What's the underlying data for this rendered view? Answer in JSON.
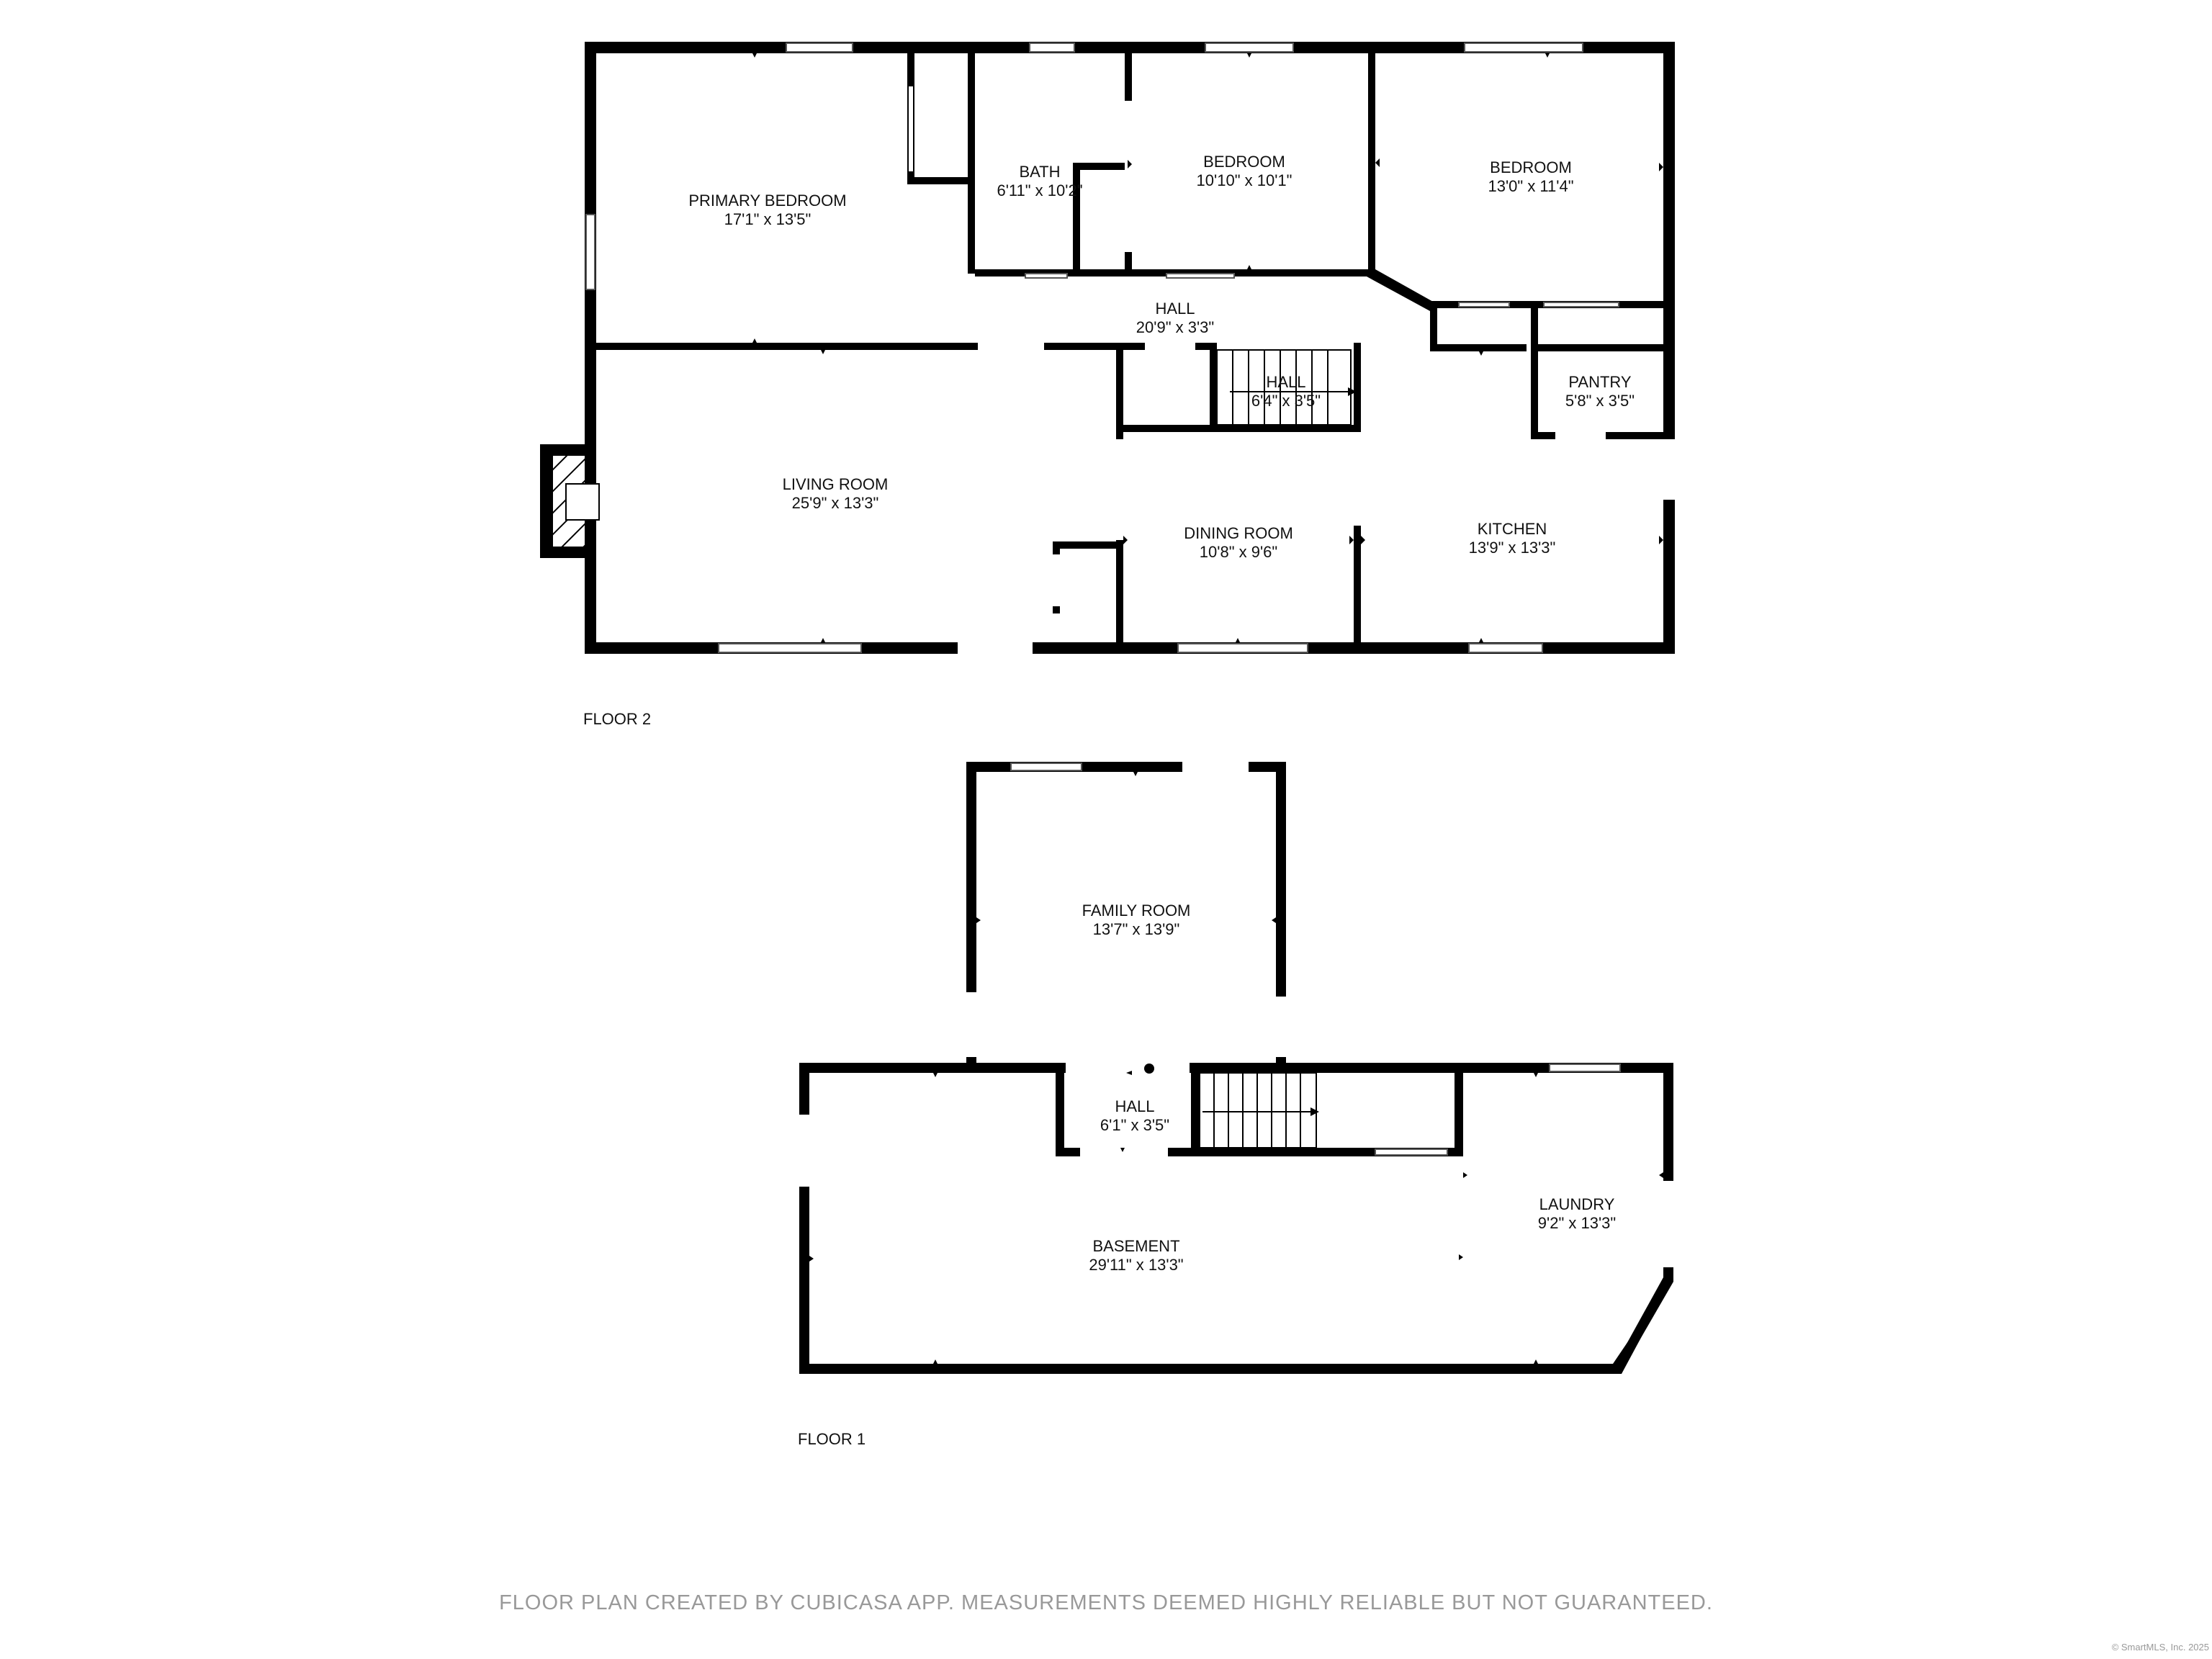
{
  "floors": [
    {
      "id": "floor2",
      "label": "FLOOR 2"
    },
    {
      "id": "floor1",
      "label": "FLOOR 1"
    }
  ],
  "rooms": {
    "primary_bedroom": {
      "name": "PRIMARY BEDROOM",
      "dim": "17'1\" x 13'5\""
    },
    "bath": {
      "name": "BATH",
      "dim": "6'11\" x 10'2\""
    },
    "bedroom_a": {
      "name": "BEDROOM",
      "dim": "10'10\" x 10'1\""
    },
    "bedroom_b": {
      "name": "BEDROOM",
      "dim": "13'0\" x 11'4\""
    },
    "hall_main": {
      "name": "HALL",
      "dim": "20'9\" x 3'3\""
    },
    "hall_stair2": {
      "name": "HALL",
      "dim": "6'4\" x 3'5\""
    },
    "pantry": {
      "name": "PANTRY",
      "dim": "5'8\" x 3'5\""
    },
    "living_room": {
      "name": "LIVING ROOM",
      "dim": "25'9\" x 13'3\""
    },
    "dining_room": {
      "name": "DINING ROOM",
      "dim": "10'8\" x 9'6\""
    },
    "kitchen": {
      "name": "KITCHEN",
      "dim": "13'9\" x 13'3\""
    },
    "family_room": {
      "name": "FAMILY ROOM",
      "dim": "13'7\" x 13'9\""
    },
    "hall_stair1": {
      "name": "HALL",
      "dim": "6'1\" x 3'5\""
    },
    "laundry": {
      "name": "LAUNDRY",
      "dim": "9'2\" x 13'3\""
    },
    "basement": {
      "name": "BASEMENT",
      "dim": "29'11\" x 13'3\""
    }
  },
  "footer": "FLOOR PLAN CREATED BY CUBICASA APP. MEASUREMENTS DEEMED HIGHLY RELIABLE BUT NOT GUARANTEED.",
  "copyright": "© SmartMLS, Inc. 2025",
  "colors": {
    "wall": "#000000",
    "footer_text": "#999999"
  }
}
